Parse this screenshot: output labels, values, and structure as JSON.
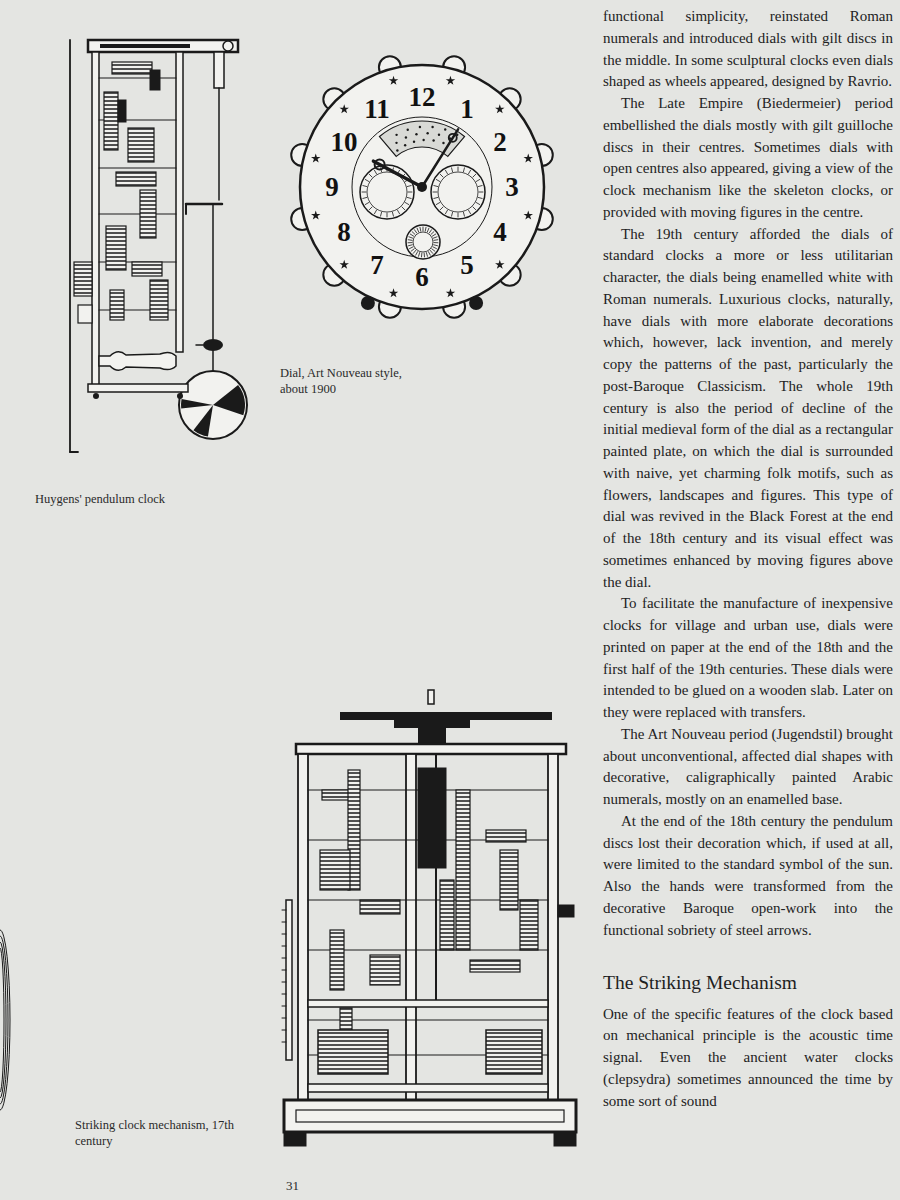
{
  "diagram": {
    "labels": [
      "Huygens' pendulum clock",
      "Dial, Art Nouveau style, about 1900",
      "Striking clock mechanism, 17th century",
      "12",
      "1",
      "2",
      "3",
      "4",
      "5",
      "6",
      "7",
      "8",
      "9",
      "10",
      "11",
      "functional simplicity, reinstated Roman numerals and introduced dials with gilt discs in the middle. In some sculptural clocks even dials shaped as wheels appeared, designed by Ravrio.",
      "The Late Empire (Biedermeier) period embellished the dials mostly with gilt guilloche discs in their centres. Sometimes dials with open centres also appeared, giving a view of the clock mechanism like the skeleton clocks, or provided with moving figures in the centre.",
      "The 19th century afforded the dials of standard clocks a more or less utilitarian character, the dials being enamelled white with Roman numerals. Luxurious clocks, naturally, have dials with more elaborate decorations which, however, lack invention, and merely copy the patterns of the past, particularly the post-Baroque Classicism. The whole 19th century is also the period of decline of the initial medieval form of the dial as a rectangular painted plate, on which the dial is surrounded with naive, yet charming folk motifs, such as flowers, landscapes and figures. This type of dial was revived in the Black Forest at the end of the 18th century and its visual effect was sometimes enhanced by moving figures above the dial.",
      "To facilitate the manufacture of inexpensive clocks for village and urban use, dials were printed on paper at the end of the 18th and the first half of the 19th centuries. These dials were intended to be glued on a wooden slab. Later on they were replaced with transfers.",
      "The Art Nouveau period (Jugendstil) brought about unconventional, affected dial shapes with decorative, caligraphically painted Arabic numerals, mostly on an enamelled base.",
      "At the end of the 18th century the pendulum discs lost their decoration which, if used at all, were limited to the standard symbol of the sun. Also the hands were transformed from the decorative Baroque open-work into the functional sobriety of steel arrows.",
      "The Striking Mechanism",
      "One of the specific features of the clock based on mechanical principle is the acoustic time signal. Even the ancient water clocks (clepsydra) sometimes announced the time by some sort of sound",
      "31"
    ]
  }
}
